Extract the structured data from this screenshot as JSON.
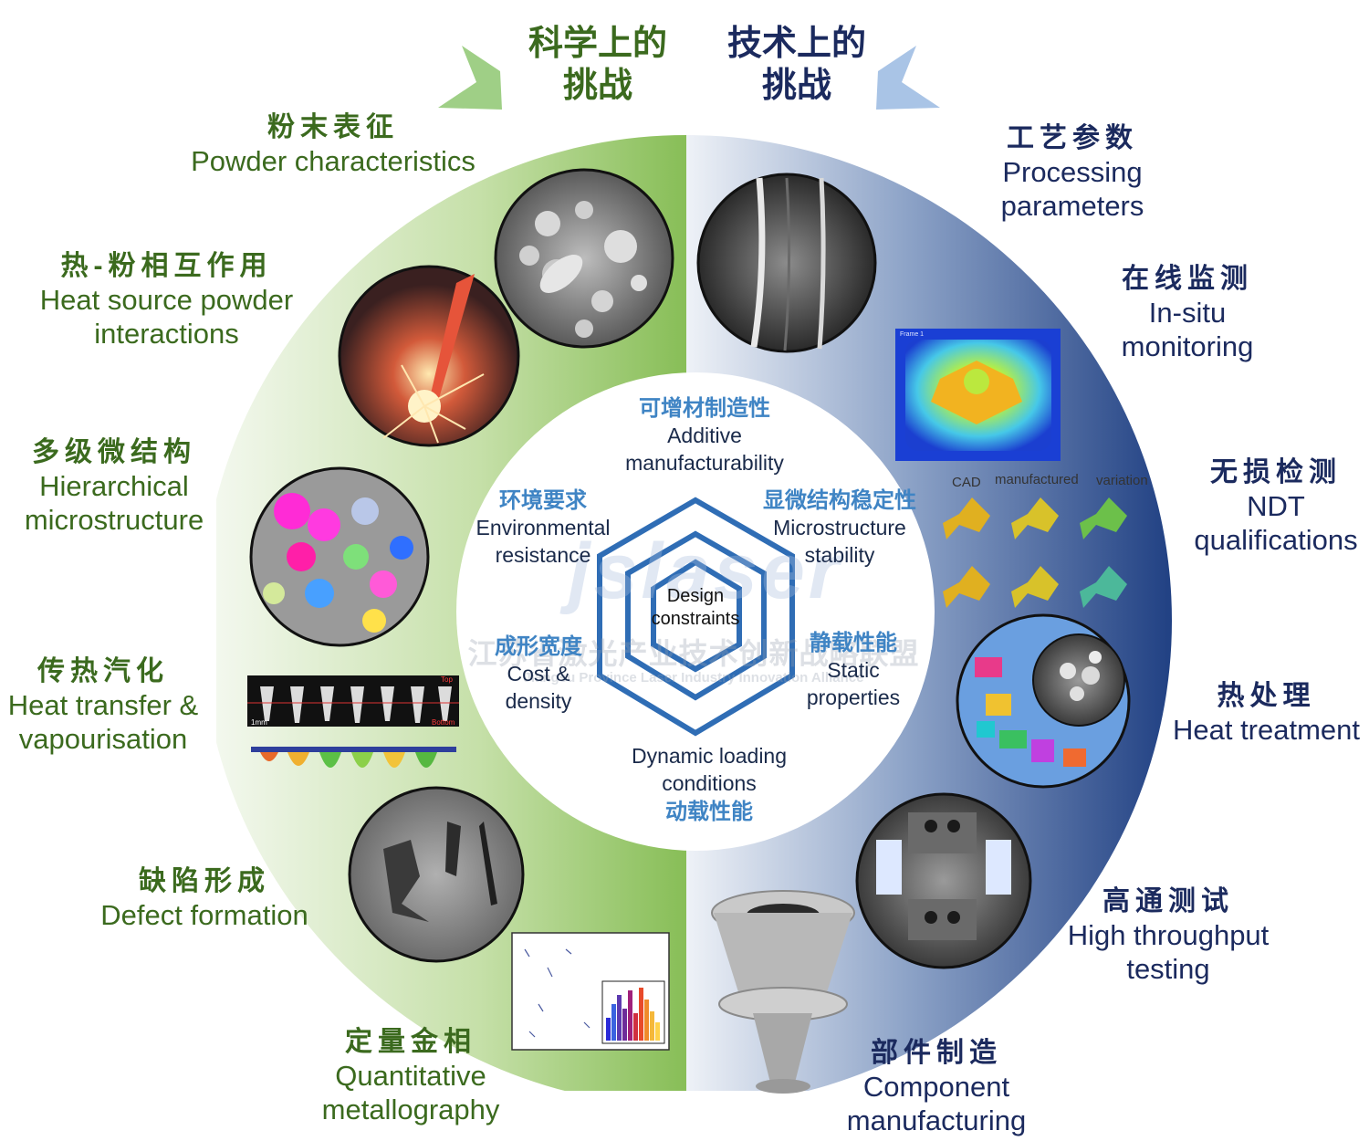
{
  "headers": {
    "science_line1": "科学上的",
    "science_line2": "挑战",
    "tech_line1": "技术上的",
    "tech_line2": "挑战"
  },
  "left_items": [
    {
      "zh": "粉末表征",
      "en1": "Powder characteristics",
      "en2": ""
    },
    {
      "zh": "热-粉相互作用",
      "en1": "Heat source powder",
      "en2": "interactions"
    },
    {
      "zh": "多级微结构",
      "en1": "Hierarchical",
      "en2": "microstructure"
    },
    {
      "zh": "传热汽化",
      "en1": "Heat transfer &",
      "en2": "vapourisation"
    },
    {
      "zh": "缺陷形成",
      "en1": "Defect formation",
      "en2": ""
    },
    {
      "zh": "定量金相",
      "en1": "Quantitative",
      "en2": "metallography"
    }
  ],
  "right_items": [
    {
      "zh": "工艺参数",
      "en1": "Processing",
      "en2": "parameters"
    },
    {
      "zh": "在线监测",
      "en1": "In-situ",
      "en2": "monitoring"
    },
    {
      "zh": "无损检测",
      "en1": "NDT",
      "en2": "qualifications"
    },
    {
      "zh": "热处理",
      "en1": "Heat treatment",
      "en2": ""
    },
    {
      "zh": "高通测试",
      "en1": "High throughput",
      "en2": "testing"
    },
    {
      "zh": "部件制造",
      "en1": "Component",
      "en2": "manufacturing"
    }
  ],
  "center": {
    "core_line1": "Design",
    "core_line2": "constraints",
    "top": {
      "zh": "可增材制造性",
      "en1": "Additive",
      "en2": "manufacturability"
    },
    "upper_right": {
      "zh": "显微结构稳定性",
      "en1": "Microstructure",
      "en2": "stability"
    },
    "upper_left": {
      "zh": "环境要求",
      "en1": "Environmental",
      "en2": "resistance"
    },
    "lower_left": {
      "zh": "成形宽度",
      "en1": "Cost &",
      "en2": "density"
    },
    "lower_right": {
      "zh": "静载性能",
      "en1": "Static",
      "en2": "properties"
    },
    "bottom": {
      "zh": "动载性能",
      "en1": "Dynamic loading",
      "en2": "conditions"
    }
  },
  "watermark": {
    "logo": "jslaser",
    "cn": "江苏省激光产业技术创新战略联盟",
    "en": "Jiangsu Province Laser Industry Innovation Alliance"
  },
  "ndt_labels": [
    "CAD",
    "manufactured",
    "variation"
  ],
  "small_texts": {
    "monitor_frame": "Frame 1",
    "vapor_scale": "1mm",
    "vapor_top": "Top",
    "vapor_bottom": "Bottom"
  },
  "colors": {
    "green_dark": "#8fc15f",
    "green_light": "#eef5e6",
    "navy_dark": "#1d3d80",
    "navy_light": "#eef2f8",
    "arrow_green": "#9fcf86",
    "arrow_blue": "#a9c4e6",
    "hexagon": "#2f6db5"
  }
}
